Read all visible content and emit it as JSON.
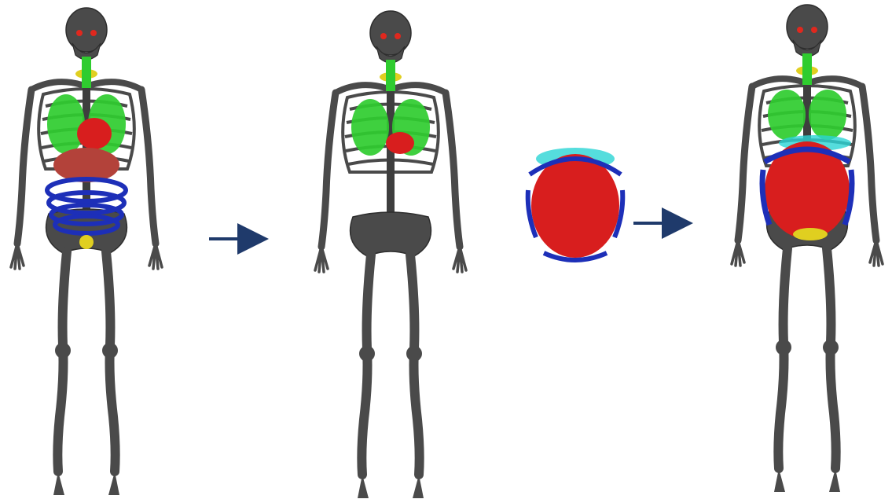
{
  "panels": [
    {
      "id": "phantom-original",
      "organs": [
        "skull",
        "eyes",
        "thyroid",
        "lungs",
        "heart",
        "liver",
        "intestine",
        "bladder"
      ]
    },
    {
      "id": "phantom-torso-removed",
      "organs": [
        "skull",
        "eyes",
        "thyroid",
        "lungs",
        "heart"
      ]
    },
    {
      "id": "replacement-organ-block",
      "organs": [
        "uterus",
        "intestine-loops"
      ]
    },
    {
      "id": "phantom-modified",
      "organs": [
        "skull",
        "eyes",
        "thyroid",
        "lungs",
        "uterus",
        "intestine-loops",
        "bladder"
      ]
    }
  ],
  "arrows": [
    {
      "id": "arrow-1",
      "direction": "right"
    },
    {
      "id": "arrow-2",
      "direction": "right"
    }
  ],
  "colors": {
    "bone": "#4a4a4a",
    "bone_dark": "#2e2e2e",
    "lung": "#2fcc2f",
    "heart": "#d81e1e",
    "liver": "#b3423a",
    "intestine": "#1d2fb8",
    "thyroid": "#e0cf20",
    "eye": "#e0281e",
    "arrow": "#1f3a6b",
    "cyan": "#2ad4d4"
  }
}
